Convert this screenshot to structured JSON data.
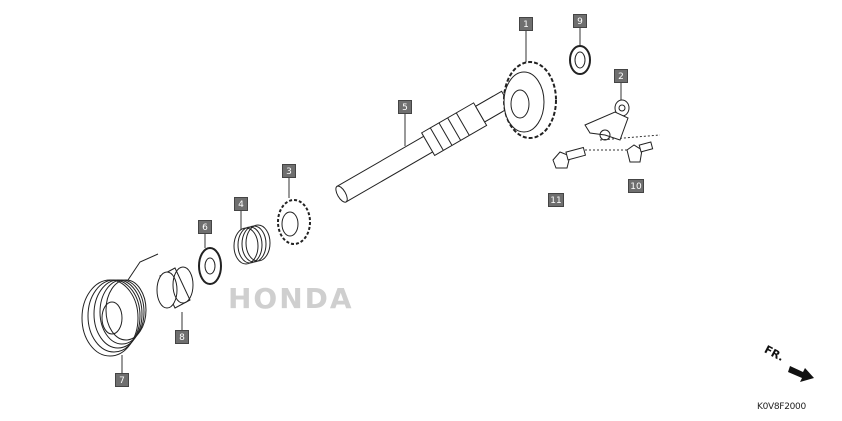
{
  "diagram": {
    "callouts": [
      {
        "id": "1",
        "part": "gear"
      },
      {
        "id": "2",
        "part": "bracket"
      },
      {
        "id": "3",
        "part": "ratchet"
      },
      {
        "id": "4",
        "part": "ratchet-spring"
      },
      {
        "id": "5",
        "part": "shaft"
      },
      {
        "id": "6",
        "part": "washer"
      },
      {
        "id": "7",
        "part": "return-spring"
      },
      {
        "id": "8",
        "part": "collar"
      },
      {
        "id": "9",
        "part": "washer"
      },
      {
        "id": "10",
        "part": "bolt"
      },
      {
        "id": "11",
        "part": "bolt"
      }
    ],
    "direction_label": "FR.",
    "diagram_code": "K0V8F2000",
    "watermark": "HONDA",
    "label_color": "#6f6f6f"
  }
}
